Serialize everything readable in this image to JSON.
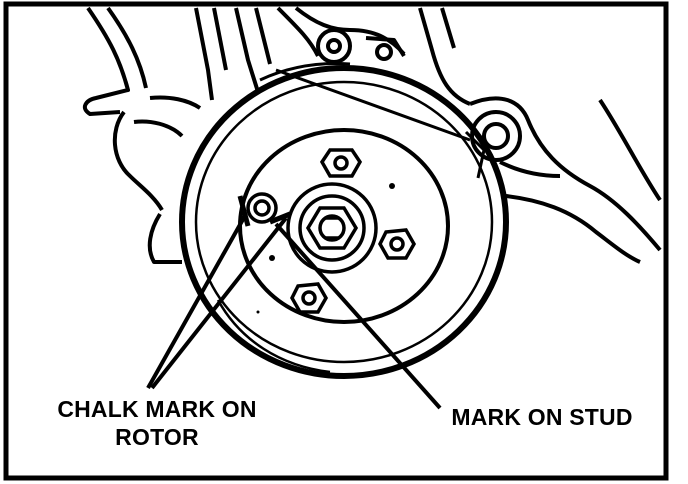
{
  "labels": {
    "chalk_mark_line1": "CHALK MARK ON",
    "chalk_mark_line2": "ROTOR",
    "stud_mark": "MARK ON STUD"
  },
  "colors": {
    "ink": "#000000",
    "paper": "#ffffff"
  }
}
